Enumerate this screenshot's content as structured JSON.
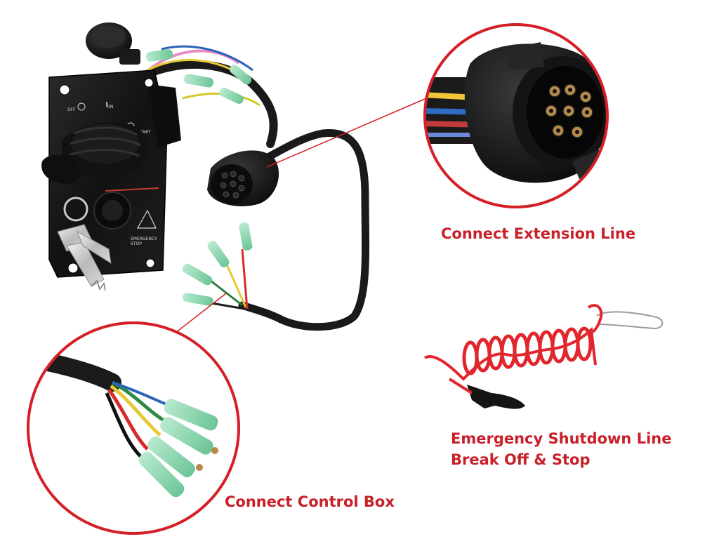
{
  "colors": {
    "accent": "#d51f26",
    "caption": "#c8202a",
    "panel": "#151515",
    "cable": "#1a1a1a",
    "terminal": "#8fd4ae",
    "lanyard": "#e1262e"
  },
  "callouts": {
    "extension": {
      "caption": "Connect Extension Line"
    },
    "control_box": {
      "caption": "Connect Control Box"
    },
    "emergency": {
      "line1": "Emergency Shutdown Line",
      "line2": "Break Off & Stop"
    }
  },
  "panel": {
    "off_label": "OFF",
    "on_label": "ON",
    "start_label": "START",
    "stop_label_1": "EMERGENCY",
    "stop_label_2": "STOP"
  }
}
